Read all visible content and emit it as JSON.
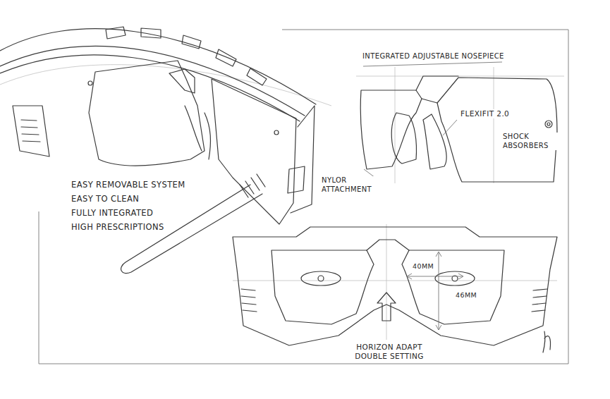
{
  "diagram": {
    "labels": [
      "INTEGRATED ADJUSTABLE NOSEPIECE",
      "FLEXIFIT 2.0",
      "SHOCK ABSORBERS",
      "NYLOR ATTACHMENT",
      "EASY REMOVABLE SYSTEM",
      "EASY TO CLEAN",
      "FULLY INTEGRATED",
      "HIGH PRESCRIPTIONS",
      "40MM",
      "46MM",
      "HORIZON ADAPT DOUBLE SETTING"
    ]
  }
}
